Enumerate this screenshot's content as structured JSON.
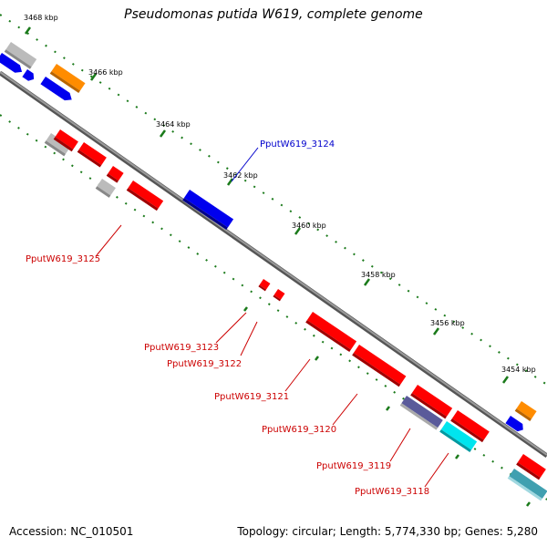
{
  "title": "Pseudomonas putida W619, complete genome",
  "footer": {
    "accession": "Accession: NC_010501",
    "summary": "Topology: circular; Length: 5,774,330 bp; Genes: 5,280"
  },
  "scale_ticks": [
    "3468 kbp",
    "3466 kbp",
    "3464 kbp",
    "3462 kbp",
    "3460 kbp",
    "3458 kbp",
    "3456 kbp",
    "3454 kbp"
  ],
  "gene_labels": [
    {
      "text": "PputW619_3124",
      "color": "#0000cc"
    },
    {
      "text": "PputW619_3125",
      "color": "#cc0000"
    },
    {
      "text": "PputW619_3123",
      "color": "#cc0000"
    },
    {
      "text": "PputW619_3122",
      "color": "#cc0000"
    },
    {
      "text": "PputW619_3121",
      "color": "#cc0000"
    },
    {
      "text": "PputW619_3120",
      "color": "#cc0000"
    },
    {
      "text": "PputW619_3119",
      "color": "#cc0000"
    },
    {
      "text": "PputW619_3118",
      "color": "#cc0000"
    }
  ],
  "colors": {
    "backbone": "#808080",
    "tick_green": "#1a7a1a",
    "red": "#ff0000",
    "blue": "#0000ee",
    "gray": "#bbbbbb",
    "orange": "#ff8c00",
    "cyan": "#00e5ee",
    "slate": "#5a5a9a",
    "teal": "#40a0b0"
  }
}
